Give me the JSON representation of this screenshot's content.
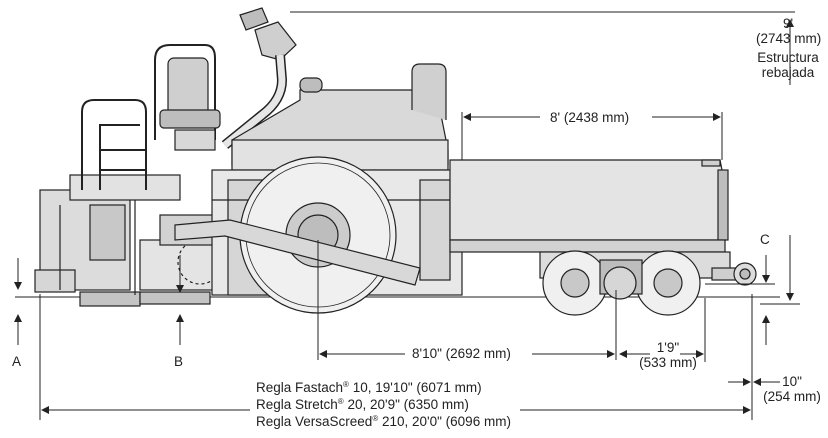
{
  "dimensions": {
    "height_9ft": "9'",
    "height_9ft_mm": "(2743 mm)",
    "structure_line1": "Estructura",
    "structure_line2": "rebajada",
    "hopper_length": "8' (2438 mm)",
    "wheelbase": "8'10\" (2692 mm)",
    "rear_overhang_ft": "1'9\"",
    "rear_overhang_mm": "(533 mm)",
    "front_overhang_ft": "10\"",
    "front_overhang_mm": "(254 mm)",
    "label_a": "A",
    "label_b": "B",
    "label_c": "C"
  },
  "screeds": [
    {
      "name": "Regla Fastach",
      "mark": "®",
      "spec": "10, 19'10\" (6071 mm)"
    },
    {
      "name": "Regla Stretch",
      "mark": "®",
      "spec": "20, 20'9\" (6350 mm)"
    },
    {
      "name": "Regla VersaScreed",
      "mark": "®",
      "spec": "210, 20'0\" (6096 mm)"
    }
  ],
  "colors": {
    "line": "#222222",
    "body_fill": "#e6e6e6",
    "dark_fill": "#bdbdbd"
  }
}
